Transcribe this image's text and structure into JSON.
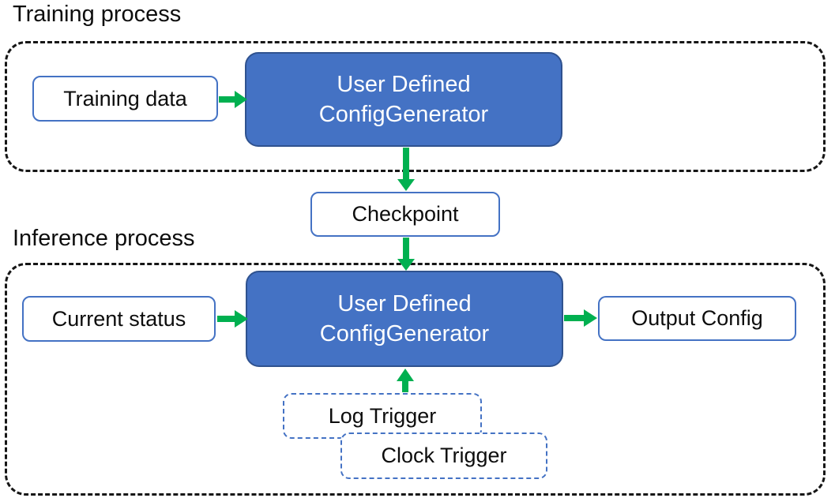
{
  "colors": {
    "blue-fill": "#4472C4",
    "blue-border": "#2F528F",
    "box-border": "#4472C4",
    "green": "#00B050",
    "container-border": "#161616"
  },
  "training": {
    "label": "Training process",
    "input_box": "Training data",
    "generator": {
      "line1": "User Defined",
      "line2": "ConfigGenerator"
    }
  },
  "checkpoint": {
    "label": "Checkpoint"
  },
  "inference": {
    "label": "Inference process",
    "input_box": "Current status",
    "generator": {
      "line1": "User Defined",
      "line2": "ConfigGenerator"
    },
    "output_box": "Output Config",
    "triggers": {
      "log": "Log Trigger",
      "clock": "Clock Trigger"
    }
  },
  "edges": [
    {
      "from": "Training data",
      "to": "User Defined ConfigGenerator (training)"
    },
    {
      "from": "User Defined ConfigGenerator (training)",
      "to": "Checkpoint"
    },
    {
      "from": "Checkpoint",
      "to": "User Defined ConfigGenerator (inference)"
    },
    {
      "from": "Current status",
      "to": "User Defined ConfigGenerator (inference)"
    },
    {
      "from": "User Defined ConfigGenerator (inference)",
      "to": "Output Config"
    },
    {
      "from": "Log Trigger / Clock Trigger",
      "to": "User Defined ConfigGenerator (inference)"
    }
  ]
}
